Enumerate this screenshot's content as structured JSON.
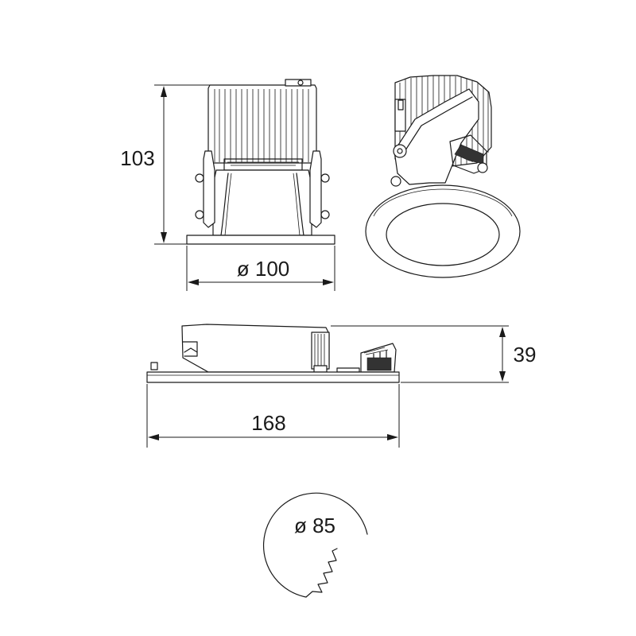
{
  "drawing": {
    "height_label": "103",
    "front_diameter_label": "ø 100",
    "side_length_label": "168",
    "side_depth_label": "39",
    "cutout_diameter_label": "ø 85"
  }
}
